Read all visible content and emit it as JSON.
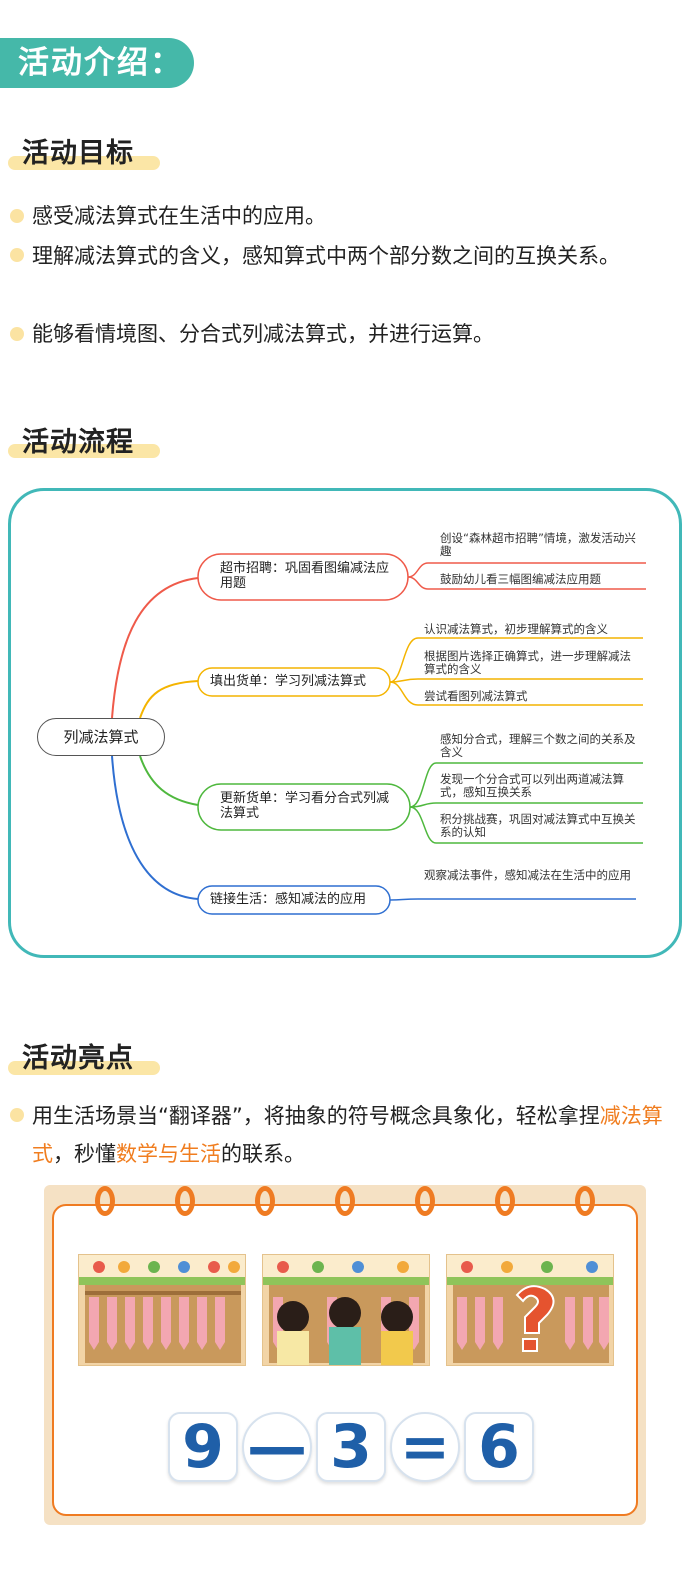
{
  "intro": {
    "label": "活动介绍："
  },
  "goals": {
    "title": "活动目标",
    "items": [
      "感受减法算式在生活中的应用。",
      "理解减法算式的含义，感知算式中两个部分数之间的互换关系。",
      "能够看情境图、分合式列减法算式，并进行运算。"
    ]
  },
  "flow": {
    "title": "活动流程",
    "root": "列减法算式",
    "branches": [
      {
        "label": "超市招聘：巩固看图编减法应用题",
        "color": "#ef5a4a",
        "leaves": [
          "创设“森林超市招聘”情境，激发活动兴趣",
          "鼓励幼儿看三幅图编减法应用题"
        ]
      },
      {
        "label": "填出货单：学习列减法算式",
        "color": "#f4b400",
        "leaves": [
          "认识减法算式，初步理解算式的含义",
          "根据图片选择正确算式，进一步理解减法算式的含义",
          "尝试看图列减法算式"
        ]
      },
      {
        "label": "更新货单：学习看分合式列减法算式",
        "color": "#4fb83e",
        "leaves": [
          "感知分合式，理解三个数之间的关系及含义",
          "发现一个分合式可以列出两道减法算式，感知互换关系",
          "积分挑战赛，巩固对减法算式中互换关系的认知"
        ]
      },
      {
        "label": "链接生活：感知减法的应用",
        "color": "#2f6fd1",
        "leaves": [
          "观察减法事件，感知减法在生活中的应用"
        ]
      }
    ]
  },
  "highlights": {
    "title": "活动亮点",
    "text_a": "用生活场景当“翻译器”，将抽象的符号概念具象化，轻松拿捏",
    "hl_a": "减法算式",
    "text_b": "，秒懂",
    "hl_b": "数学与生活",
    "text_c": "的联系。"
  },
  "equation": {
    "a": "9",
    "op": "—",
    "b": "3",
    "eq": "=",
    "c": "6"
  },
  "colors": {
    "teal": "#45b8a9",
    "orange": "#f07d1f",
    "highlight": "#fbe6a6"
  }
}
